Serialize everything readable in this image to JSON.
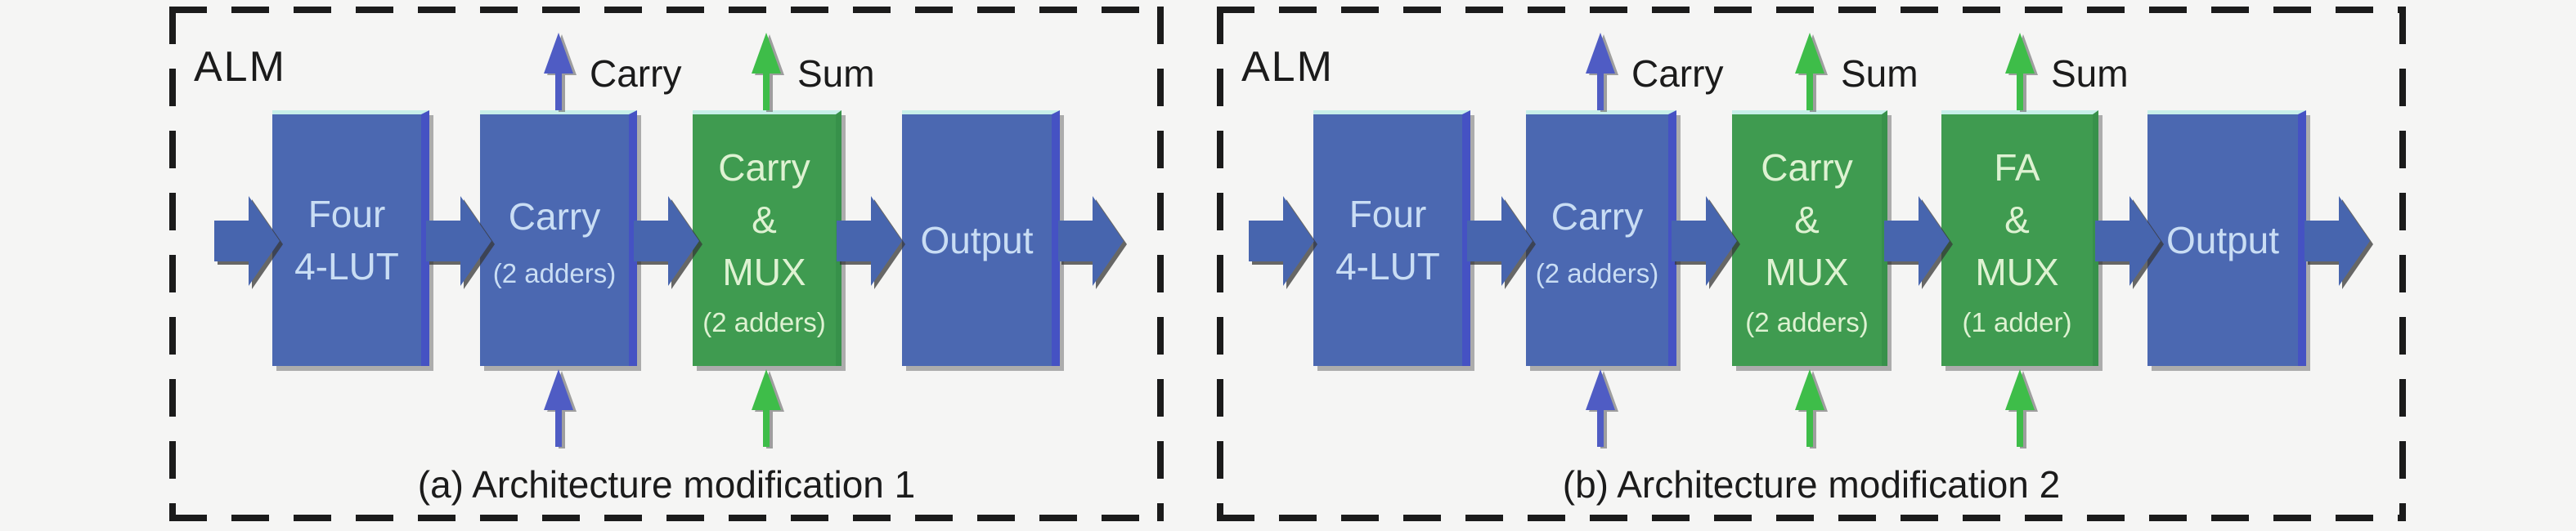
{
  "figure": {
    "background_color": "#f5f5f4",
    "colors": {
      "block_blue": "#4b68b1",
      "block_green": "#3f9b50",
      "flow_arrow_blue": "#4765ae",
      "vertical_arrow_blue": "#4f5cc4",
      "vertical_arrow_green": "#3ebd49",
      "text_on_blue": "#c9ddf4",
      "text_on_green": "#def2d2",
      "outline_black": "#1b1b1b"
    }
  },
  "panels": [
    {
      "name_label": "ALM",
      "caption": "(a) Architecture modification 1",
      "blocks": [
        {
          "lines": [
            "Four",
            "4-LUT"
          ],
          "sub": "",
          "color": "blue"
        },
        {
          "lines": [
            "Carry"
          ],
          "sub": "(2 adders)",
          "color": "blue"
        },
        {
          "lines": [
            "Carry",
            "&",
            "MUX"
          ],
          "sub": "(2 adders)",
          "color": "green"
        },
        {
          "lines": [
            "Output"
          ],
          "sub": "",
          "color": "blue"
        }
      ],
      "top_arrows": [
        {
          "label": "Carry",
          "color": "blue"
        },
        {
          "label": "Sum",
          "color": "green"
        }
      ]
    },
    {
      "name_label": "ALM",
      "caption": "(b) Architecture modification 2",
      "blocks": [
        {
          "lines": [
            "Four",
            "4-LUT"
          ],
          "sub": "",
          "color": "blue"
        },
        {
          "lines": [
            "Carry"
          ],
          "sub": "(2 adders)",
          "color": "blue"
        },
        {
          "lines": [
            "Carry",
            "&",
            "MUX"
          ],
          "sub": "(2 adders)",
          "color": "green"
        },
        {
          "lines": [
            "FA",
            "&",
            "MUX"
          ],
          "sub": "(1 adder)",
          "color": "green"
        },
        {
          "lines": [
            "Output"
          ],
          "sub": "",
          "color": "blue"
        }
      ],
      "top_arrows": [
        {
          "label": "Carry",
          "color": "blue"
        },
        {
          "label": "Sum",
          "color": "green"
        },
        {
          "label": "Sum",
          "color": "green"
        }
      ]
    }
  ]
}
